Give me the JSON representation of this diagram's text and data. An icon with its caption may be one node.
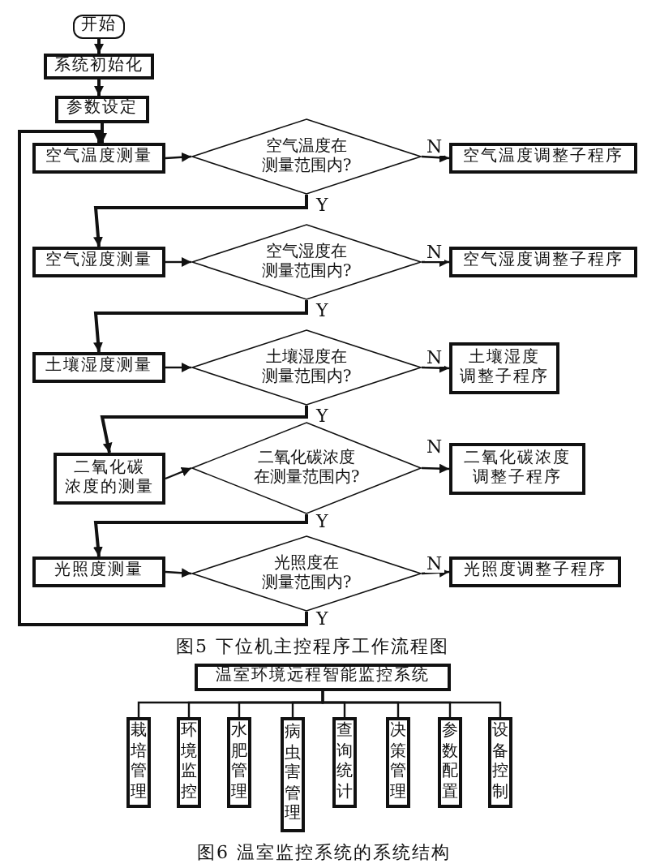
{
  "diagram": {
    "nodes": [
      {
        "text": [
          "开始"
        ]
      },
      {
        "text": [
          "系统初始化"
        ]
      },
      {
        "text": [
          "参数设定"
        ]
      },
      {
        "text": [
          "空气温度测量"
        ]
      },
      {
        "text": [
          "空气温度在测量范围内?"
        ]
      },
      {
        "text": [
          "空气温度调整子程序"
        ]
      },
      {
        "text": [
          "空气湿度测量"
        ]
      },
      {
        "text": [
          "空气湿度在测量范围内?"
        ]
      },
      {
        "text": [
          "空气湿度调整子程序"
        ]
      },
      {
        "text": [
          "土壤湿度测量"
        ]
      },
      {
        "text": [
          "土壤湿度在测量范围内?"
        ]
      },
      {
        "text": [
          "土壤湿度调整子程序"
        ]
      },
      {
        "text": [
          "二氧化碳浓度的测量"
        ]
      },
      {
        "text": [
          "二氧化碳浓度在测量范围内?"
        ]
      },
      {
        "text": [
          "二氧化碳浓度调整子程序"
        ]
      },
      {
        "text": [
          "光照度测量"
        ]
      },
      {
        "text": [
          "光照度在测量范围内?"
        ]
      },
      {
        "text": [
          "光照度调整子程序"
        ]
      },
      {
        "text": [
          "温室环境远程智能监控系统"
        ]
      },
      {
        "text": [
          "栽培管理"
        ]
      },
      {
        "text": [
          "环境监控"
        ]
      },
      {
        "text": [
          "水肥管理"
        ]
      },
      {
        "text": [
          "病虫害管理"
        ]
      },
      {
        "text": [
          "查询统计"
        ]
      },
      {
        "text": [
          "决策管理"
        ]
      },
      {
        "text": [
          "参数配置"
        ]
      },
      {
        "text": [
          "设备控制"
        ]
      }
    ],
    "edges": [
      {
        "from": 0,
        "to": 1,
        "arrow": "to"
      },
      {
        "from": 1,
        "to": 2,
        "arrow": "to"
      },
      {
        "from": 2,
        "to": 3,
        "arrow": "to"
      },
      {
        "from": 3,
        "to": 4,
        "arrow": "to"
      },
      {
        "from": 4,
        "to": 5,
        "arrow": "to",
        "label": "N"
      },
      {
        "from": 4,
        "to": 6,
        "arrow": "to",
        "label": "Y"
      },
      {
        "from": 6,
        "to": 7,
        "arrow": "to"
      },
      {
        "from": 7,
        "to": 8,
        "arrow": "to",
        "label": "N"
      },
      {
        "from": 7,
        "to": 9,
        "arrow": "to",
        "label": "Y"
      },
      {
        "from": 9,
        "to": 10,
        "arrow": "to"
      },
      {
        "from": 10,
        "to": 11,
        "arrow": "to",
        "label": "N"
      },
      {
        "from": 10,
        "to": 12,
        "arrow": "to",
        "label": "Y"
      },
      {
        "from": 12,
        "to": 13,
        "arrow": "to"
      },
      {
        "from": 13,
        "to": 14,
        "arrow": "to",
        "label": "N"
      },
      {
        "from": 13,
        "to": 15,
        "arrow": "to",
        "label": "Y"
      },
      {
        "from": 15,
        "to": 16,
        "arrow": "to"
      },
      {
        "from": 16,
        "to": 17,
        "arrow": "to",
        "label": "N"
      },
      {
        "from": 16,
        "to": 3,
        "arrow": "to",
        "label": "Y"
      },
      {
        "from": 18,
        "to": 19,
        "arrow": "none"
      },
      {
        "from": 18,
        "to": 20,
        "arrow": "none"
      },
      {
        "from": 18,
        "to": 21,
        "arrow": "none"
      },
      {
        "from": 18,
        "to": 22,
        "arrow": "none"
      },
      {
        "from": 18,
        "to": 23,
        "arrow": "none"
      },
      {
        "from": 18,
        "to": 24,
        "arrow": "none"
      },
      {
        "from": 18,
        "to": 25,
        "arrow": "none"
      },
      {
        "from": 18,
        "to": 26,
        "arrow": "none"
      }
    ],
    "labels": [
      "图5 下位机主控程序工作流程图",
      "图6 温室监控系统的系统结构"
    ]
  }
}
